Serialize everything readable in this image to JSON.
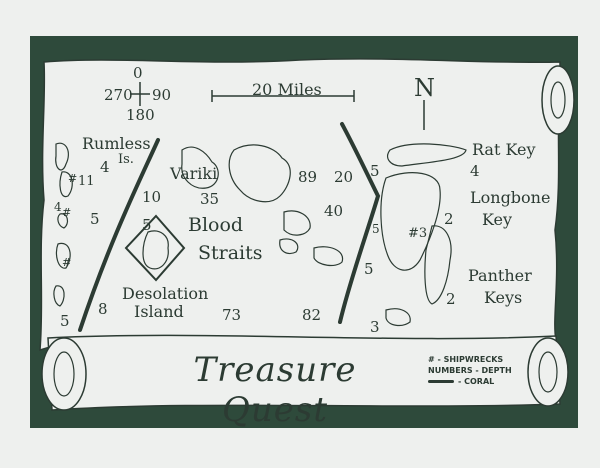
{
  "compass": {
    "north": "0",
    "west": "270",
    "east": "90",
    "south": "180"
  },
  "scale": {
    "label": "20 Miles"
  },
  "north_arrow": {
    "label": "N"
  },
  "places": {
    "rumless": "Rumless",
    "rumless_is": "Is.",
    "variki": "Variki",
    "blood": "Blood",
    "straits": "Straits",
    "desolation": "Desolation",
    "island": "Island",
    "rat_key": "Rat Key",
    "longbone": "Longbone",
    "key": "Key",
    "panther": "Panther",
    "keys": "Keys"
  },
  "depths": {
    "d1": "4",
    "d2": "11",
    "d3": "5",
    "d4": "10",
    "d5": "35",
    "d6": "5",
    "d7": "89",
    "d8": "20",
    "d9": "40",
    "d10": "5",
    "d11": "4",
    "d12": "2",
    "d13": "5",
    "d14": "2",
    "d15": "5",
    "d16": "8",
    "d17": "73",
    "d18": "82",
    "d19": "3",
    "d20": "5",
    "d21": "4"
  },
  "wrecks": {
    "w1": "#",
    "w2": "#",
    "w3": "#3",
    "w4": "#"
  },
  "title": "Treasure Quest",
  "legend": {
    "shipwrecks": "# - SHIPWRECKS",
    "numbers": "NUMBERS - DEPTH",
    "coral": "- CORAL"
  },
  "colors": {
    "board": "#2e4a3b",
    "paper": "#eef0ee",
    "ink": "#2c3b33"
  }
}
